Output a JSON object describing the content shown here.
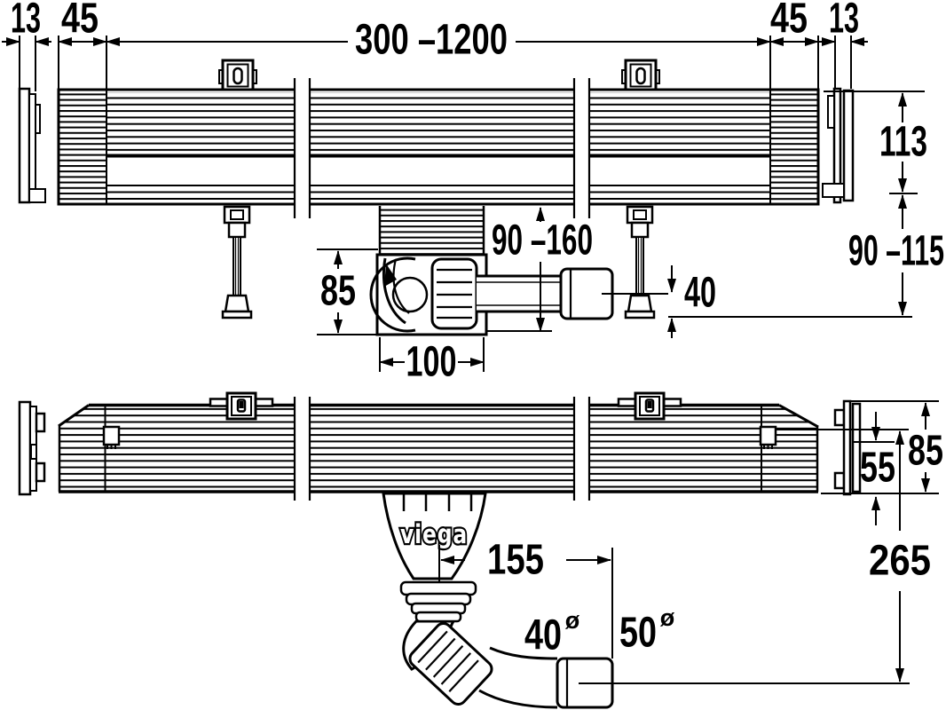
{
  "diagram": {
    "type": "technical-drawing",
    "brand_logo": "viega",
    "colors": {
      "line": "#000000",
      "background": "#ffffff"
    },
    "top_view": {
      "flange_thickness_left": "13",
      "end_zone_left": "45",
      "length_range": "300 –1200",
      "end_zone_right": "45",
      "flange_thickness_right": "13",
      "channel_height": "113",
      "mounting_height_range": "90 –115",
      "trap_height": "85",
      "trap_width": "100",
      "outlet_depth_range": "90 –160",
      "outlet_axis_offset": "40"
    },
    "front_view": {
      "total_height": "85",
      "outlet_axis_height": "55",
      "vertical_drop": "265",
      "outlet_horizontal_offset": "155",
      "elbow_diameter": "40",
      "socket_diameter": "50",
      "diameter_symbol": "ø"
    }
  }
}
